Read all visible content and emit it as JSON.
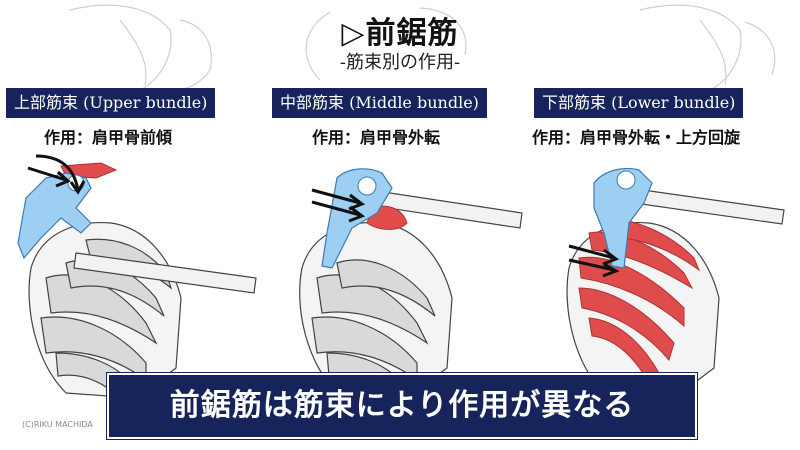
{
  "header": {
    "title": "▷前鋸筋",
    "subtitle": "-筋束別の作用-"
  },
  "panels": [
    {
      "label": "上部筋束 (Upper bundle)",
      "action": "作用：肩甲骨前傾"
    },
    {
      "label": "中部筋束 (Middle bundle)",
      "action": "作用：肩甲骨外転"
    },
    {
      "label": "下部筋束 (Lower bundle)",
      "action": "作用：肩甲骨外転・上方回旋"
    }
  ],
  "caption": "前鋸筋は筋束により作用が異なる",
  "copyright": "(C)RIKU MACHIDA",
  "colors": {
    "label_bg": "#17245b",
    "scapula": "#9ccff2",
    "muscle": "#e04c4c",
    "rib_fill": "#d9d9d9",
    "outline": "#444444"
  }
}
